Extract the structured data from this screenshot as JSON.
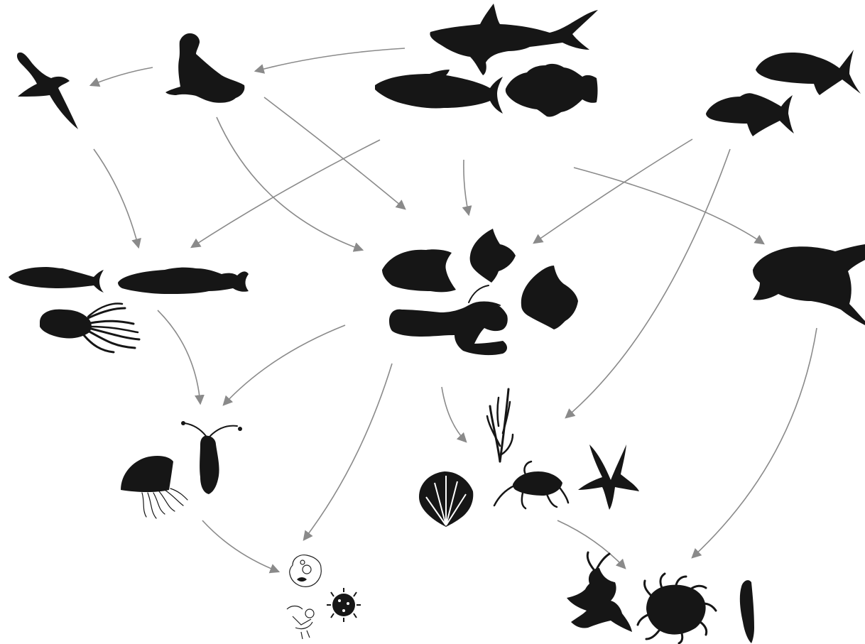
{
  "diagram": {
    "type": "food-web",
    "colors": {
      "organism": "#161616",
      "arrow": "#8a8a8a",
      "background": "#ffffff"
    },
    "groups": [
      {
        "id": "seabird",
        "members": [
          "seabird"
        ]
      },
      {
        "id": "seal",
        "members": [
          "sea-lion"
        ]
      },
      {
        "id": "top-predators",
        "members": [
          "shark",
          "tuna",
          "grouper"
        ]
      },
      {
        "id": "jacks",
        "members": [
          "jack",
          "jack"
        ]
      },
      {
        "id": "pelagic-prey",
        "members": [
          "small-tuna",
          "small-fish",
          "octopus"
        ]
      },
      {
        "id": "reef-consumers",
        "members": [
          "angelfish",
          "angelfish",
          "angelfish",
          "lobster"
        ]
      },
      {
        "id": "sea-turtle",
        "members": [
          "sea-turtle"
        ]
      },
      {
        "id": "zooplankton",
        "members": [
          "jellyfish",
          "copepod"
        ]
      },
      {
        "id": "benthic-invertebrates",
        "members": [
          "sea-fan",
          "scallop",
          "crab",
          "sea-star"
        ]
      },
      {
        "id": "phytoplankton",
        "members": [
          "plankton",
          "plankton",
          "plankton"
        ]
      },
      {
        "id": "algae-producers",
        "members": [
          "seaweed",
          "sea-anemone",
          "sponge"
        ]
      }
    ],
    "links": [
      {
        "from": "seal",
        "to": "seabird"
      },
      {
        "from": "top-predators",
        "to": "seal"
      },
      {
        "from": "seabird",
        "to": "pelagic-prey"
      },
      {
        "from": "top-predators",
        "to": "pelagic-prey"
      },
      {
        "from": "seal",
        "to": "reef-consumers"
      },
      {
        "from": "seal",
        "to": "reef-consumers"
      },
      {
        "from": "top-predators",
        "to": "reef-consumers"
      },
      {
        "from": "top-predators",
        "to": "sea-turtle"
      },
      {
        "from": "jacks",
        "to": "reef-consumers"
      },
      {
        "from": "jacks",
        "to": "benthic-invertebrates"
      },
      {
        "from": "pelagic-prey",
        "to": "zooplankton"
      },
      {
        "from": "reef-consumers",
        "to": "zooplankton"
      },
      {
        "from": "reef-consumers",
        "to": "phytoplankton"
      },
      {
        "from": "reef-consumers",
        "to": "benthic-invertebrates"
      },
      {
        "from": "sea-turtle",
        "to": "algae-producers"
      },
      {
        "from": "zooplankton",
        "to": "phytoplankton"
      },
      {
        "from": "benthic-invertebrates",
        "to": "algae-producers"
      }
    ]
  }
}
